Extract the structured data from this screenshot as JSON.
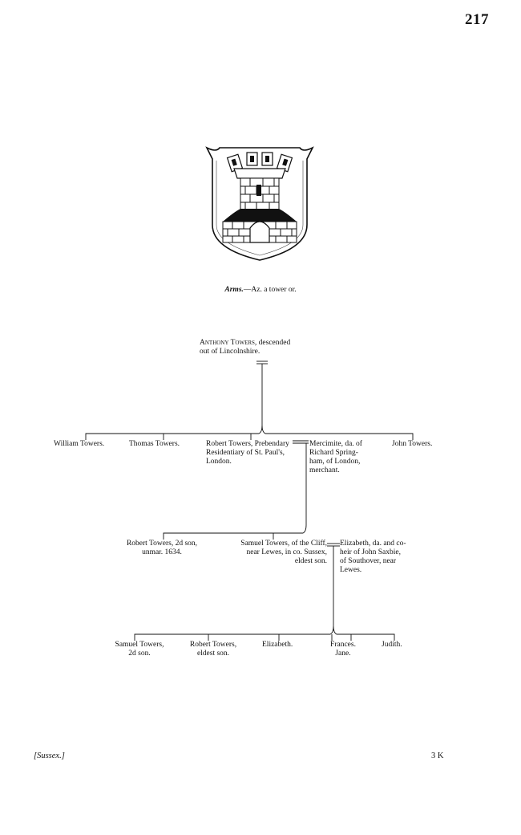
{
  "page": {
    "number": "217"
  },
  "arms": {
    "label": "Arms.",
    "blazon": "—Az. a tower or."
  },
  "progenitor": {
    "name": "Anthony Towers,",
    "line1_rest": " descended",
    "line2": "out of Lincolnshire."
  },
  "generation2": {
    "william": "William Towers.",
    "thomas": "Thomas Towers.",
    "robert": [
      "Robert Towers, Prebendary",
      "Residentiary of St. Paul's,",
      "London."
    ],
    "mercimite": [
      "Mercimite, da. of",
      "Richard Spring-",
      "ham, of London,",
      "merchant."
    ],
    "john": "John Towers."
  },
  "generation3": {
    "robert": [
      "Robert Towers, 2d son,",
      "unmar. 1634."
    ],
    "samuel": [
      "Samuel Towers, of the Cliff,",
      "near Lewes, in co. Sussex,",
      "eldest son."
    ],
    "elizabeth": [
      "Elizabeth, da. and co-",
      "heir of John Saxbie,",
      "of Southover, near",
      "Lewes."
    ]
  },
  "generation4": {
    "samuel": [
      "Samuel Towers,",
      "2d son."
    ],
    "robert": [
      "Robert Towers,",
      "eldest son."
    ],
    "elizabeth": "Elizabeth.",
    "frances": [
      "Frances.",
      "Jane."
    ],
    "judith": "Judith."
  },
  "footer": {
    "left": "[Sussex.]",
    "right": "3 K"
  }
}
